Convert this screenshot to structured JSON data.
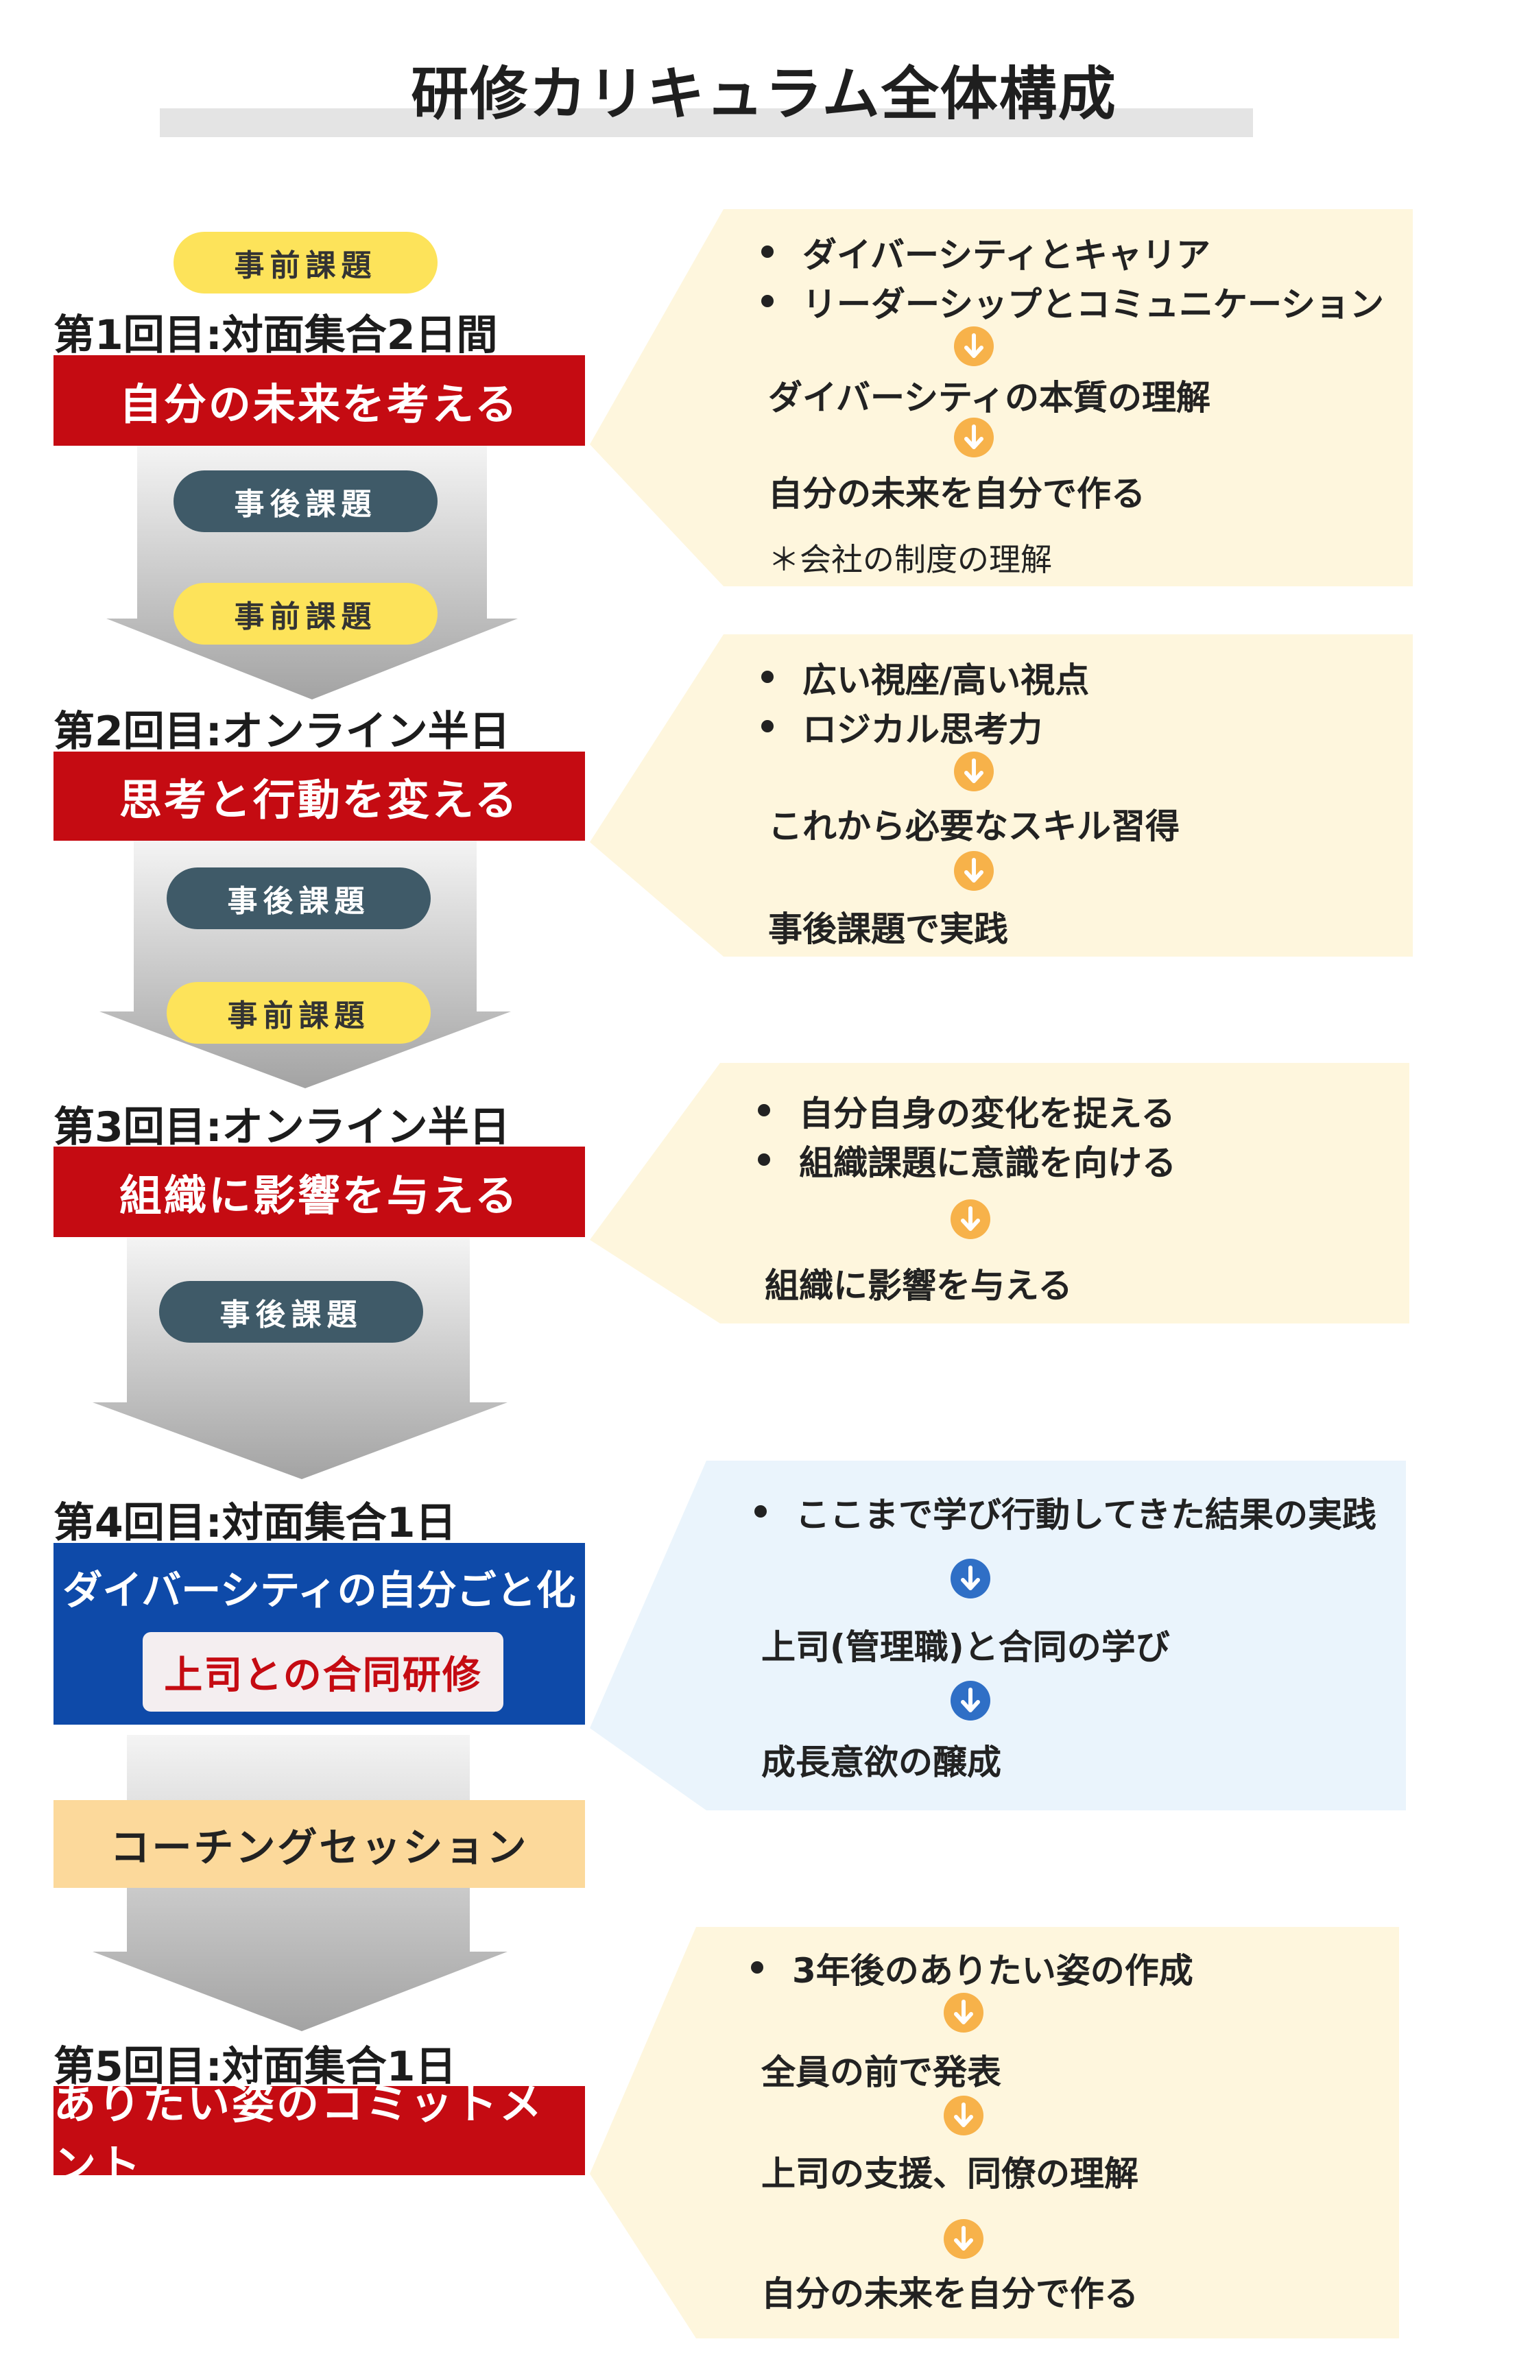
{
  "title": "研修カリキュラム全体構成",
  "tags": {
    "pre": "事前課題",
    "post": "事後課題"
  },
  "sessions": [
    {
      "heading": "第1回目:対面集合2日間",
      "theme": "自分の未来を考える",
      "details": {
        "bullets": [
          "ダイバーシティとキャリア",
          "リーダーシップとコミュニケーション"
        ],
        "steps": [
          "ダイバーシティの本質の理解",
          "自分の未来を自分で作る"
        ],
        "note": "＊会社の制度の理解"
      }
    },
    {
      "heading": "第2回目:オンライン半日",
      "theme": "思考と行動を変える",
      "details": {
        "bullets": [
          "広い視座/高い視点",
          "ロジカル思考力"
        ],
        "steps": [
          "これから必要なスキル習得",
          "事後課題で実践"
        ]
      }
    },
    {
      "heading": "第3回目:オンライン半日",
      "theme": "組織に影響を与える",
      "details": {
        "bullets": [
          "自分自身の変化を捉える",
          "組織課題に意識を向ける"
        ],
        "steps": [
          "組織に影響を与える"
        ]
      }
    },
    {
      "heading": "第4回目:対面集合1日",
      "theme": "ダイバーシティの自分ごと化",
      "subtheme": "上司との合同研修",
      "details": {
        "bullets": [
          "ここまで学び行動してきた結果の実践"
        ],
        "steps": [
          "上司(管理職)と合同の学び",
          "成長意欲の醸成"
        ]
      }
    },
    {
      "heading": "第5回目:対面集合1日",
      "theme": "ありたい姿のコミットメント",
      "details": {
        "bullets": [
          "3年後のありたい姿の作成"
        ],
        "steps": [
          "全員の前で発表",
          "上司の支援、同僚の理解",
          "自分の未来を自分で作る"
        ]
      }
    }
  ],
  "coaching": "コーチングセッション",
  "colors": {
    "red": "#c50b12",
    "blue": "#0e4aa9",
    "pre_tag": "#fde35a",
    "post_tag": "#3f5a68",
    "callout_yellow": "#fef6dd",
    "callout_blue": "#eaf4fc",
    "orange_arrow": "#f7b24a",
    "blue_arrow": "#2f6fc6",
    "coaching_bg": "#fcd99b"
  },
  "icons": [
    "down-arrow-circle-icon"
  ]
}
